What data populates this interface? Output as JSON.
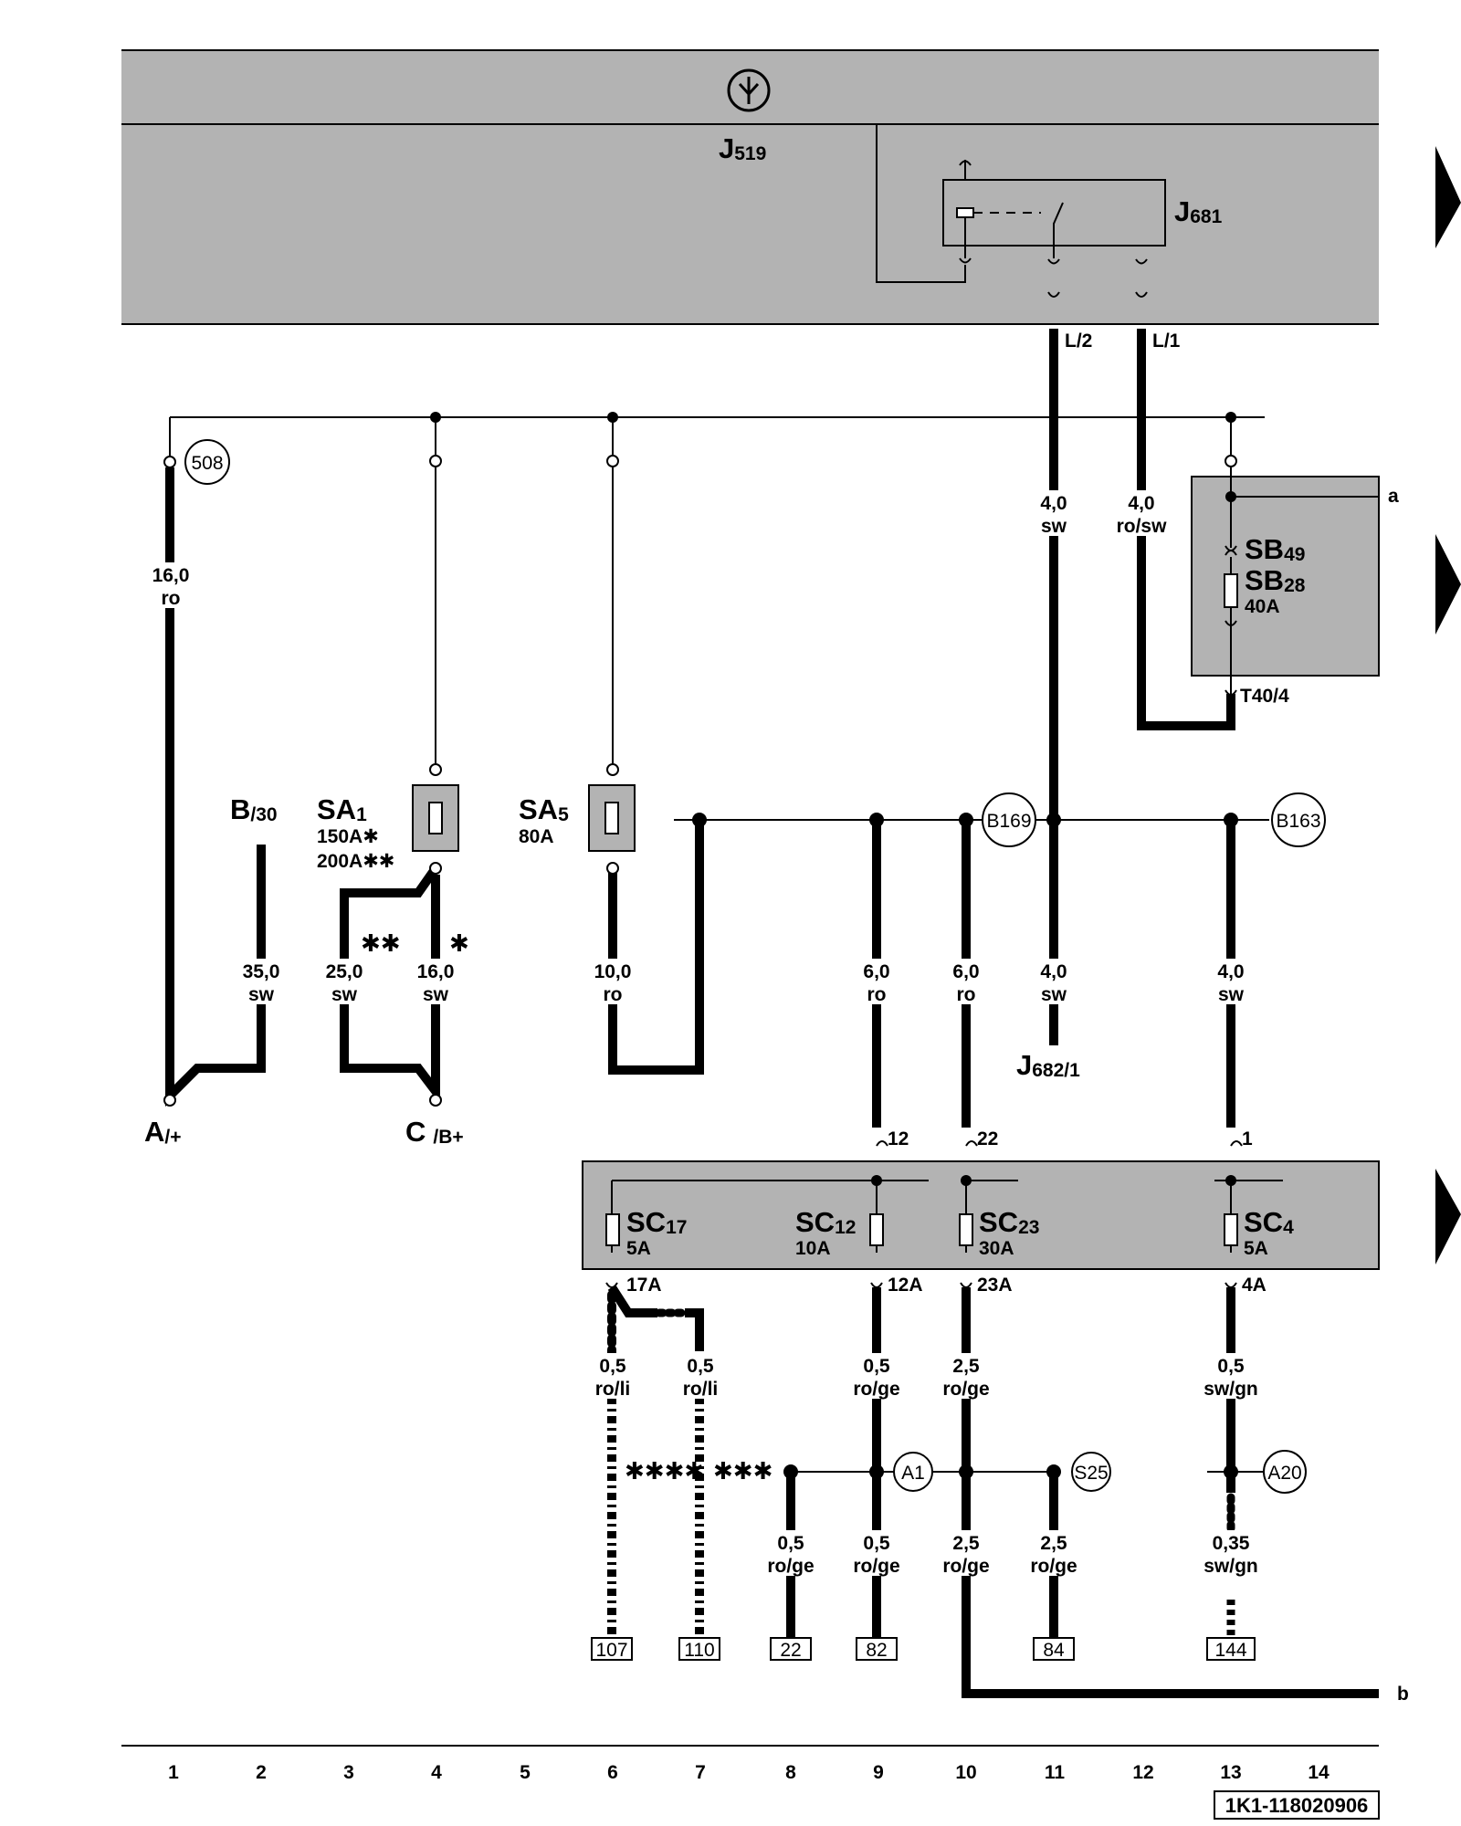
{
  "components": {
    "j519": {
      "letters": "J",
      "sub": "519"
    },
    "j681": {
      "letters": "J",
      "sub": "681"
    },
    "j682": {
      "letters": "J",
      "sub": "682/1"
    },
    "sb49": {
      "letters": "SB",
      "sub": "49"
    },
    "sb28": {
      "letters": "SB",
      "sub": "28"
    },
    "sb_rating": "40A",
    "t40": "T40/4",
    "sa1": {
      "letters": "SA",
      "sub": "1",
      "r1": "150A✱",
      "r2": "200A✱✱"
    },
    "sa5": {
      "letters": "SA",
      "sub": "5",
      "r1": "80A"
    },
    "b30": {
      "letters": "B",
      "sub": "/30"
    },
    "a_plus": {
      "letters": "A",
      "sub": "/+"
    },
    "c_b": {
      "letters": "C",
      "sub": "/B+"
    },
    "sc17": {
      "letters": "SC",
      "sub": "17",
      "rating": "5A"
    },
    "sc12": {
      "letters": "SC",
      "sub": "12",
      "rating": "10A"
    },
    "sc23": {
      "letters": "SC",
      "sub": "23",
      "rating": "30A"
    },
    "sc4": {
      "letters": "SC",
      "sub": "4",
      "rating": "5A"
    }
  },
  "pins": {
    "l2": "L/2",
    "l1": "L/1",
    "p12": "12",
    "p22": "22",
    "p1": "1",
    "p17a": "17A",
    "p12a": "12A",
    "p23a": "23A",
    "p4a": "4A"
  },
  "connection_refs": [
    "508",
    "B169",
    "B163",
    "A1",
    "S25",
    "A20"
  ],
  "wires": {
    "w16ro": [
      "16,0",
      "ro"
    ],
    "w35sw": [
      "35,0",
      "sw"
    ],
    "w25sw": [
      "25,0",
      "sw"
    ],
    "w16sw": [
      "16,0",
      "sw"
    ],
    "w10ro": [
      "10,0",
      "ro"
    ],
    "w6ro_a": [
      "6,0",
      "ro"
    ],
    "w6ro_b": [
      "6,0",
      "ro"
    ],
    "w4sw_a": [
      "4,0",
      "sw"
    ],
    "w4sw_b": [
      "4,0",
      "sw"
    ],
    "w4sw_c": [
      "4,0",
      "sw"
    ],
    "w4rosw": [
      "4,0",
      "ro/sw"
    ],
    "w05roli_a": [
      "0,5",
      "ro/li"
    ],
    "w05roli_b": [
      "0,5",
      "ro/li"
    ],
    "w05roge_a": [
      "0,5",
      "ro/ge"
    ],
    "w05roge_b": [
      "0,5",
      "ro/ge"
    ],
    "w05roge_c": [
      "0,5",
      "ro/ge"
    ],
    "w25roge_a": [
      "2,5",
      "ro/ge"
    ],
    "w25roge_b": [
      "2,5",
      "ro/ge"
    ],
    "w25roge_c": [
      "2,5",
      "ro/ge"
    ],
    "w05swgn": [
      "0,5",
      "sw/gn"
    ],
    "w035swgn": [
      "0,35",
      "sw/gn"
    ]
  },
  "variant_marks": {
    "v1": "✱",
    "v2": "✱✱",
    "v3": "✱✱✱",
    "v4": "✱✱✱✱"
  },
  "continuations": {
    "a": "a",
    "b": "b"
  },
  "terminals": [
    "107",
    "110",
    "22",
    "82",
    "84",
    "144"
  ],
  "track_numbers": [
    "1",
    "2",
    "3",
    "4",
    "5",
    "6",
    "7",
    "8",
    "9",
    "10",
    "11",
    "12",
    "13",
    "14"
  ],
  "diagram_id": "1K1-118020906",
  "colors": {
    "housing": "#b3b3b3",
    "fuse_fill": "#c8c8c8",
    "wire": "#000000",
    "page_tab": "#000000"
  }
}
